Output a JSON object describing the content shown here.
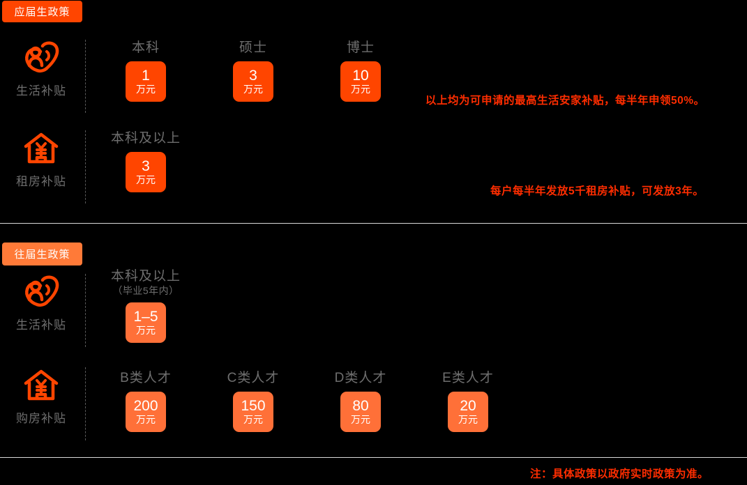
{
  "sections": [
    {
      "badge": "应届生政策",
      "badge_color": "#FF4500",
      "rows": [
        {
          "icon": "person-heart-icon",
          "label": "生活补贴",
          "columns": [
            {
              "title": "本科",
              "sub": "",
              "value": "1",
              "unit": "万元"
            },
            {
              "title": "硕士",
              "sub": "",
              "value": "3",
              "unit": "万元"
            },
            {
              "title": "博士",
              "sub": "",
              "value": "10",
              "unit": "万元"
            }
          ],
          "note": "以上均为可申请的最高生活安家补贴，每半年申领50%。"
        },
        {
          "icon": "house-yuan-icon",
          "label": "租房补贴",
          "columns": [
            {
              "title": "本科及以上",
              "sub": "",
              "value": "3",
              "unit": "万元"
            }
          ],
          "note": "每户每半年发放5千租房补贴，可发放3年。"
        }
      ]
    },
    {
      "badge": "往届生政策",
      "badge_color": "#FF7A38",
      "rows": [
        {
          "icon": "person-heart-icon",
          "label": "生活补贴",
          "columns": [
            {
              "title": "本科及以上",
              "sub": "（毕业5年内）",
              "value": "1–5",
              "unit": "万元"
            }
          ],
          "note": ""
        },
        {
          "icon": "house-yuan-icon",
          "label": "购房补贴",
          "columns": [
            {
              "title": "B类人才",
              "sub": "",
              "value": "200",
              "unit": "万元"
            },
            {
              "title": "C类人才",
              "sub": "",
              "value": "150",
              "unit": "万元"
            },
            {
              "title": "D类人才",
              "sub": "",
              "value": "80",
              "unit": "万元"
            },
            {
              "title": "E类人才",
              "sub": "",
              "value": "20",
              "unit": "万元"
            }
          ],
          "note": ""
        }
      ]
    }
  ],
  "footer_note": "注：具体政策以政府实时政策为准。",
  "colors": {
    "background": "#000000",
    "chip_primary": "#FF4500",
    "chip_secondary": "#FF7038",
    "label_gray": "#6E6E6E",
    "note_red": "#FF2D00",
    "rule_gray": "#D9D9D9",
    "dash_gray": "#5A5A5A"
  }
}
